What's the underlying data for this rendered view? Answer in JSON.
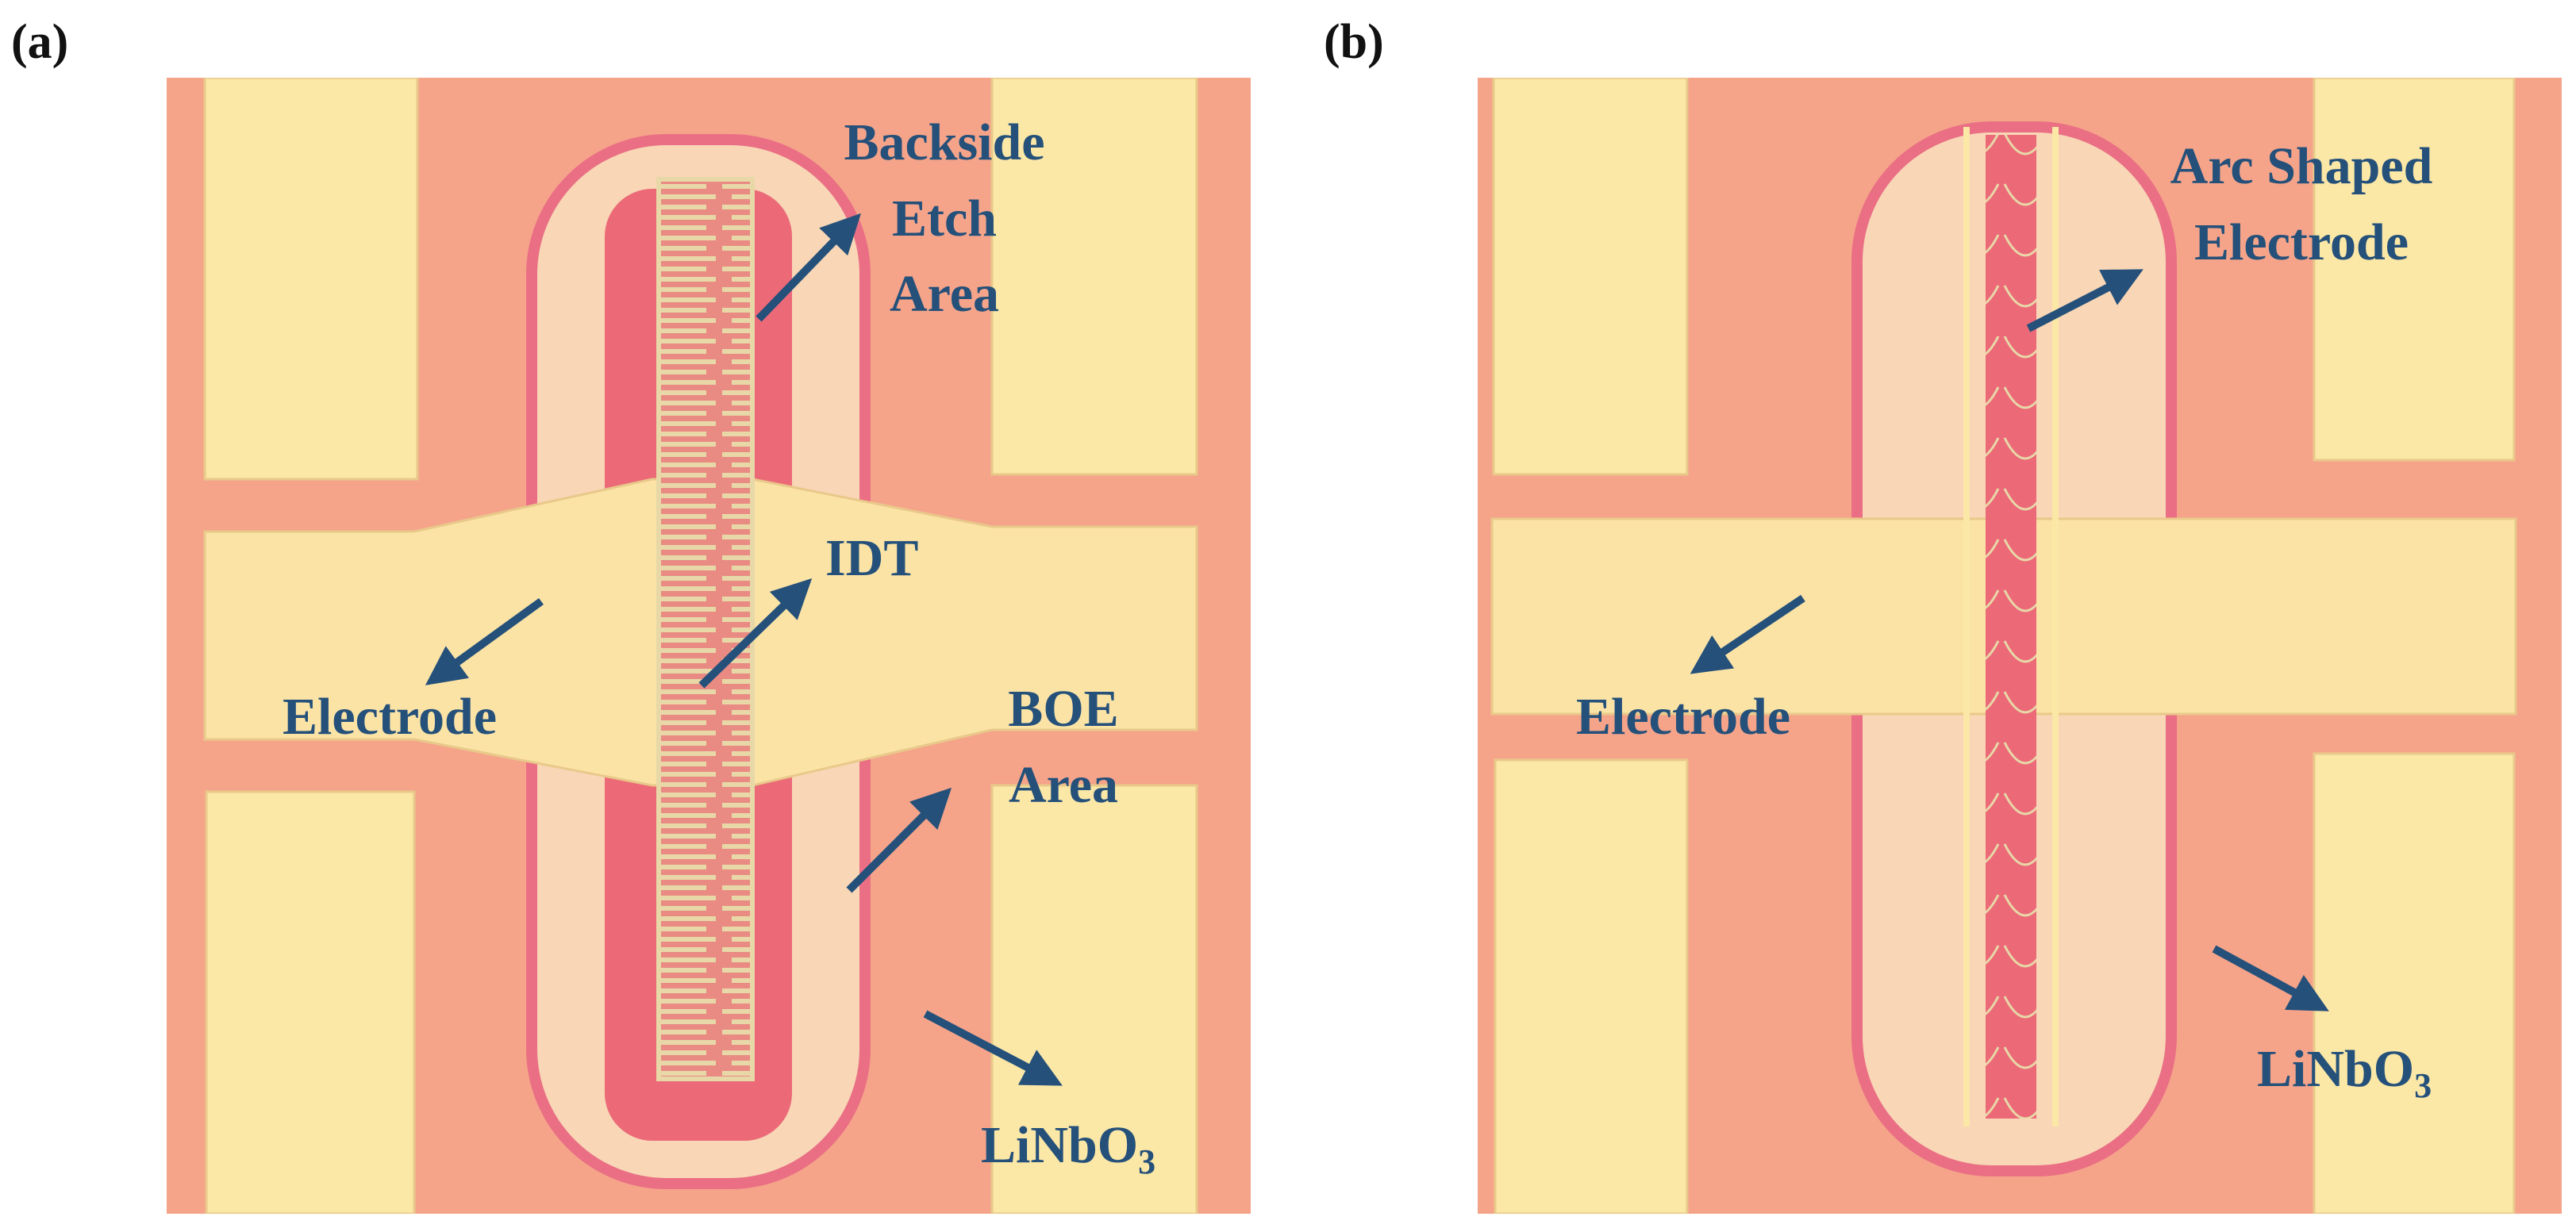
{
  "panels": [
    {
      "label": "(a)",
      "annotations": {
        "backside_etch_line1": "Backside",
        "backside_etch_line2": "Etch",
        "backside_etch_line3": "Area",
        "idt": "IDT",
        "electrode": "Electrode",
        "boe_line1": "BOE",
        "boe_line2": "Area",
        "substrate": "LiNbO",
        "substrate_subscript": "3"
      }
    },
    {
      "label": "(b)",
      "annotations": {
        "arc_electrode_line1": "Arc Shaped",
        "arc_electrode_line2": "Electrode",
        "electrode": "Electrode",
        "substrate": "LiNbO",
        "substrate_subscript": "3"
      }
    }
  ],
  "colors": {
    "substrate": "#f5a48a",
    "metal_pad": "#fbe7a6",
    "boe_ring": "#f8d6b6",
    "ring_border": "#ea6f84",
    "etched_cavity": "#ec6a78",
    "idt_fingers": "#e8d8a8",
    "annotation_text": "#24507a",
    "arrow": "#24507a"
  },
  "icons": [
    "arrow-icon"
  ]
}
